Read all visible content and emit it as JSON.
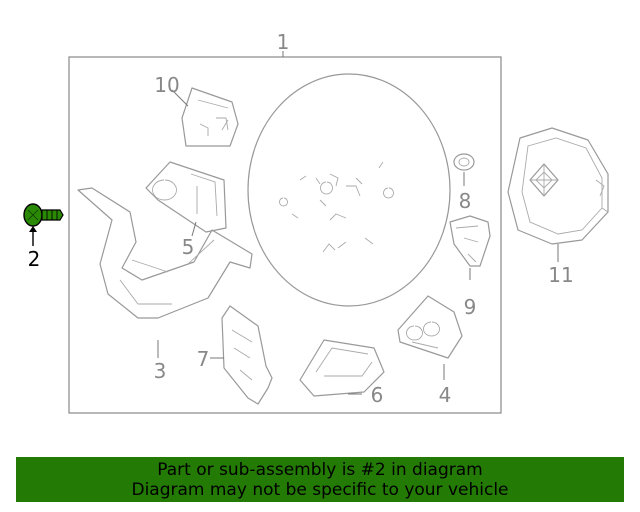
{
  "callouts": {
    "c1": "1",
    "c2": "2",
    "c3": "3",
    "c4": "4",
    "c5": "5",
    "c6": "6",
    "c7": "7",
    "c8": "8",
    "c9": "9",
    "c10": "10",
    "c11": "11"
  },
  "highlighted_part": "2",
  "colors": {
    "banner_bg": "#237b05",
    "line_art": "#999999",
    "highlight": "#000000",
    "callout_text": "#888888"
  },
  "banner": {
    "line1": "Part or sub-assembly is #2 in diagram",
    "line2": "Diagram may not be specific to your vehicle"
  }
}
